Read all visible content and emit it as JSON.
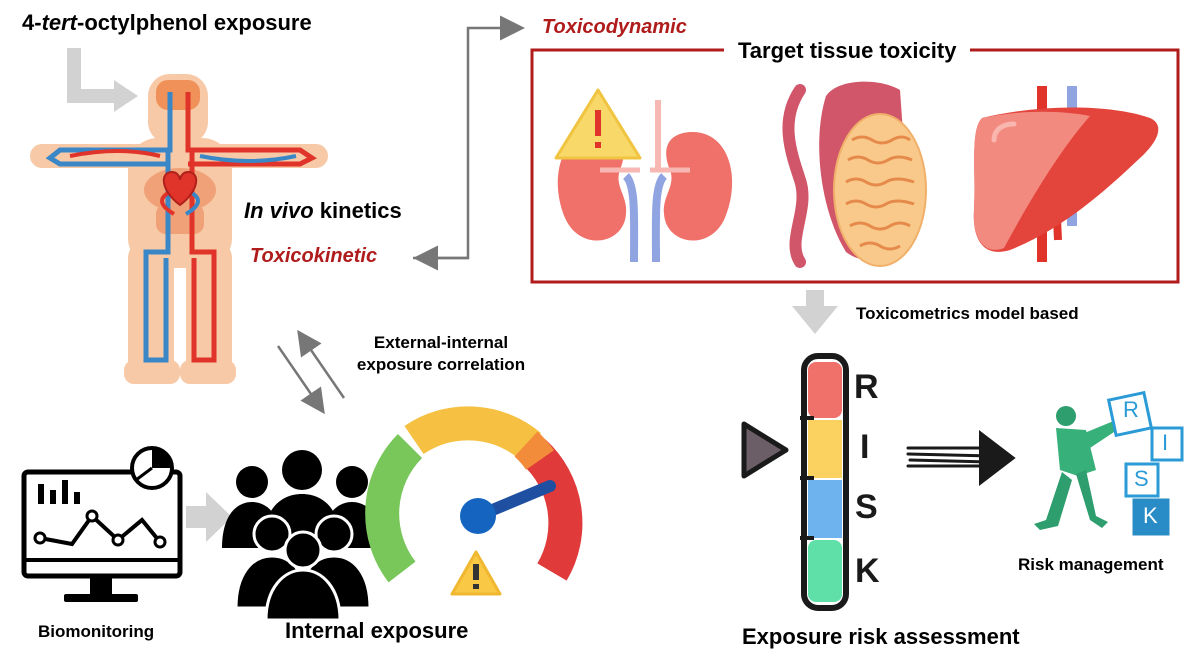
{
  "labels": {
    "exposure_prefix": "4-",
    "exposure_italic": "tert",
    "exposure_suffix": "-octylphenol exposure",
    "in_vivo_italic": "In vivo",
    "in_vivo_rest": " kinetics",
    "toxicokinetic": "Toxicokinetic",
    "toxicodynamic": "Toxicodynamic",
    "target_tissue": "Target tissue toxicity",
    "toxicometrics": "Toxicometrics model based",
    "correlation": "External-internal exposure correlation",
    "biomonitoring": "Biomonitoring",
    "internal_exposure": "Internal exposure",
    "risk_assessment": "Exposure risk assessment",
    "risk_management": "Risk management"
  },
  "risk_letters": [
    "R",
    "I",
    "S",
    "K"
  ],
  "block_letters": [
    "R",
    "I",
    "S",
    "K"
  ],
  "colors": {
    "accent_red": "#b01b1b",
    "gray_arrow": "#cfcfcf",
    "artery": "#e0342b",
    "vein": "#3a87c8",
    "body": "#f7c9a6",
    "gauge_green": "#79c75b",
    "gauge_yellow": "#f6c143",
    "gauge_orange": "#f28b3a",
    "gauge_red": "#e03a3a",
    "bar_red": "#f0706a",
    "bar_yellow": "#fbd260",
    "bar_blue": "#6fb3ee",
    "bar_green": "#5ee0a8"
  },
  "icons": [
    "human-body-icon",
    "kidney-icon",
    "warning-icon",
    "testis-icon",
    "liver-icon",
    "monitor-chart-icon",
    "people-group-icon",
    "gauge-icon",
    "risk-bar-icon",
    "play-icon",
    "person-blocks-icon"
  ]
}
